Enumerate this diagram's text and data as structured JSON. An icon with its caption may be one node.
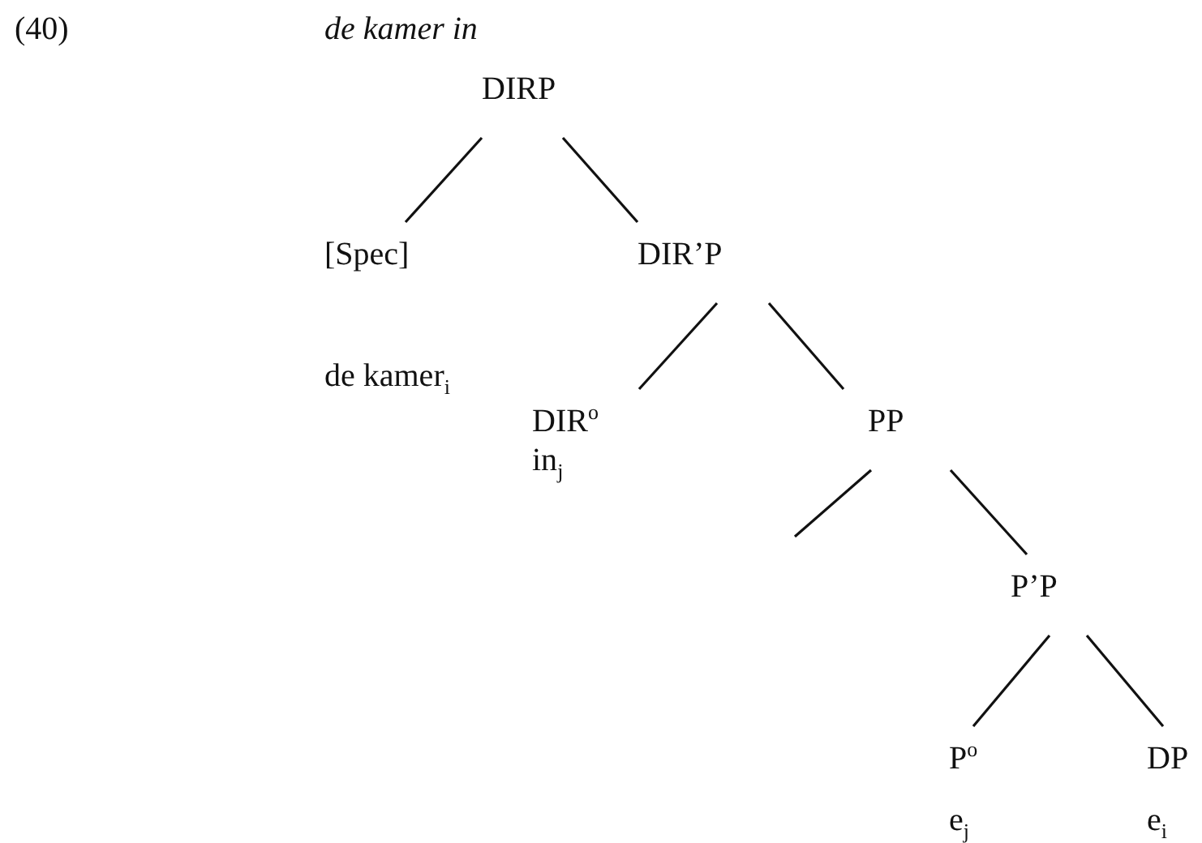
{
  "diagram": {
    "title": "de kamer in",
    "nodes": [
      {
        "text": [
          "DIRP"
        ]
      },
      {
        "text": [
          "[Spec]",
          "de kamer$_{i}$"
        ]
      },
      {
        "text": [
          "DIR’P"
        ]
      },
      {
        "text": [
          "DIR$^{o}$",
          "in$_{j}$"
        ]
      },
      {
        "text": [
          "PP"
        ]
      },
      {
        "text": [
          "P’P"
        ]
      },
      {
        "text": [
          "P$^{o}$",
          "e$_{j}$"
        ]
      },
      {
        "text": [
          "DP",
          "e$_{i}$"
        ]
      }
    ],
    "edges": [
      {
        "from": 0,
        "to": 1,
        "arrow": "none"
      },
      {
        "from": 0,
        "to": 2,
        "arrow": "none"
      },
      {
        "from": 2,
        "to": 3,
        "arrow": "none"
      },
      {
        "from": 2,
        "to": 4,
        "arrow": "none"
      },
      {
        "from": 4,
        "to": null,
        "arrow": "none"
      },
      {
        "from": 4,
        "to": 5,
        "arrow": "none"
      },
      {
        "from": 5,
        "to": 6,
        "arrow": "none"
      },
      {
        "from": 5,
        "to": 7,
        "arrow": "none"
      }
    ],
    "labels": [
      "(40)"
    ]
  }
}
